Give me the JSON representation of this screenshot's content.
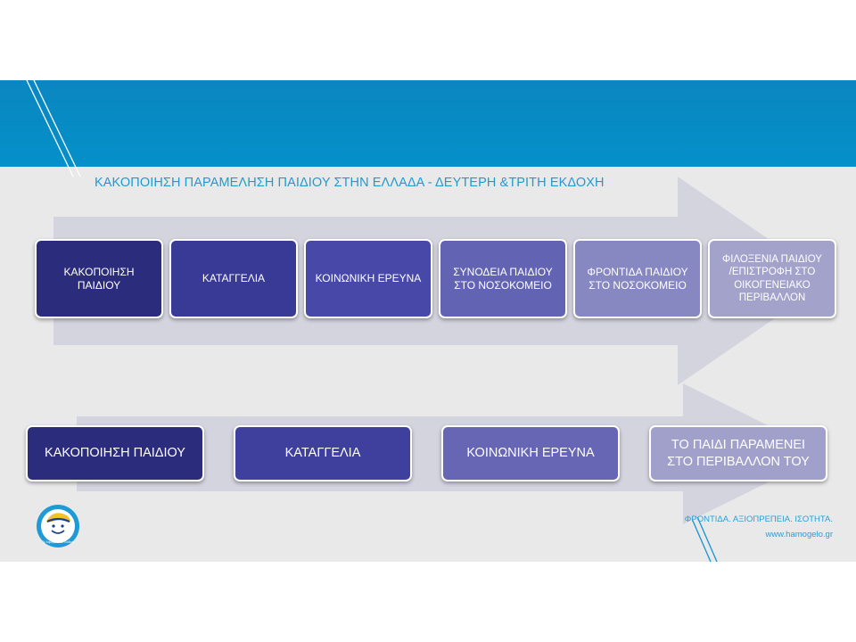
{
  "slide": {
    "title": "ΚΑΚΟΠΟΙΗΣΗ ΠΑΡΑΜΕΛΗΣΗ ΠΑΙΔΙΟΥ ΣΤΗΝ ΕΛΛΑΔΑ - ΔΕΥΤΕΡΗ &ΤΡΙΤΗ ΕΚΔΟΧΗ"
  },
  "flow_top": {
    "steps": [
      {
        "line1": "ΚΑΚΟΠΟΙΗΣΗ",
        "line2": "ΠΑΙΔΙΟΥ",
        "color": "#2c2c7d"
      },
      {
        "line1": "ΚΑΤΑΓΓΕΛΙΑ",
        "line2": "",
        "color": "#393996"
      },
      {
        "line1": "ΚΟΙΝΩΝΙΚΗ ΕΡΕΥΝΑ",
        "line2": "",
        "color": "#4848a8"
      },
      {
        "line1": "ΣΥΝΟΔΕΙΑ ΠΑΙΔΙΟΥ",
        "line2": "ΣΤΟ ΝΟΣΟΚΟΜΕΙΟ",
        "color": "#6363b4"
      },
      {
        "line1": "ΦΡΟΝΤΙΔΑ ΠΑΙΔΙΟΥ",
        "line2": "ΣΤΟ ΝΟΣΟΚΟΜΕΙΟ",
        "color": "#8787c2"
      },
      {
        "line1": "ΦΙΛΟΞΕΝΙΑ ΠΑΙΔΙΟΥ",
        "line2": "/ΕΠΙΣΤΡΟΦΗ ΣΤΟ",
        "line3": "ΟΙΚΟΓΕΝΕΙΑΚΟ",
        "line4": "ΠΕΡΙΒΑΛΛΟΝ",
        "color": "#a2a2cb"
      }
    ]
  },
  "flow_bottom": {
    "steps": [
      {
        "line1": "ΚΑΚΟΠΟΙΗΣΗ ΠΑΙΔΙΟΥ",
        "line2": "",
        "color": "#2c2c7d"
      },
      {
        "line1": "ΚΑΤΑΓΓΕΛΙΑ",
        "line2": "",
        "color": "#3f3f9e"
      },
      {
        "line1": "ΚΟΙΝΩΝΙΚΗ ΕΡΕΥΝΑ",
        "line2": "",
        "color": "#6666b5"
      },
      {
        "line1": "ΤΟ ΠΑΙΔΙ ΠΑΡΑΜΕΝΕΙ",
        "line2": "ΣΤΟ ΠΕΡΙΒΑΛΛΟΝ ΤΟΥ",
        "color": "#a0a0cb"
      }
    ]
  },
  "footer": {
    "tagline": "ΦΡΟΝΤΙΔΑ. ΑΞΙΟΠΡΕΠΕΙΑ. ΙΣΟΤΗΤΑ.",
    "website": "www.hamogelo.gr",
    "logo_icon": "smiling-child-logo-icon",
    "logo_text": "Το Χαμόγελο του Παιδιού"
  },
  "colors": {
    "header_band": "#0490c9",
    "title_text": "#1f9bd0",
    "arrow": "#d4d4df",
    "background": "#e9e9ea"
  }
}
